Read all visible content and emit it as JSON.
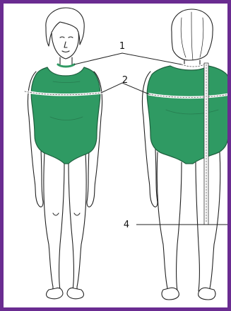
{
  "image": {
    "description_colors": {
      "frame": "#6a2c91",
      "garment": "#2f9a63",
      "garment_light": "#49b077",
      "outline": "#222222",
      "skin": "#ffffff"
    }
  },
  "labels": {
    "label_1": "1",
    "label_2": "2",
    "label_4": "4"
  }
}
